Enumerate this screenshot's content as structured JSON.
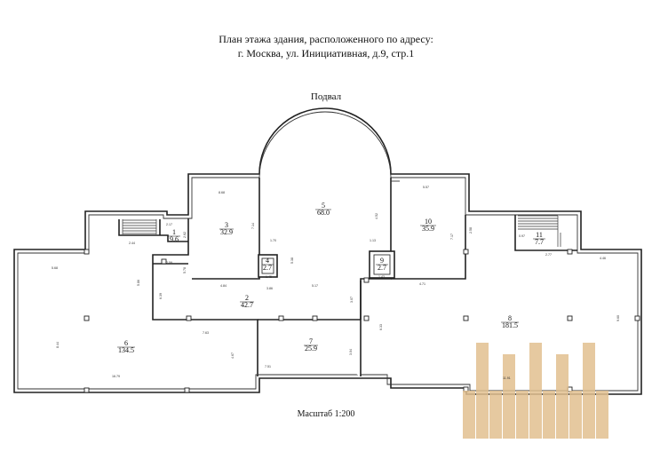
{
  "title_line1": "План этажа здания, расположенного по адресу:",
  "title_line2": "г. Москва, ул. Инициативная, д.9, стр.1",
  "floor_name": "Подвал",
  "scale": "Масштаб 1:200",
  "rooms": [
    {
      "num": "1",
      "area": "9.6"
    },
    {
      "num": "2",
      "area": "42.7"
    },
    {
      "num": "3",
      "area": "32.9"
    },
    {
      "num": "4",
      "area": "2.7"
    },
    {
      "num": "5",
      "area": "68.0"
    },
    {
      "num": "6",
      "area": "134.5"
    },
    {
      "num": "7",
      "area": "25.9"
    },
    {
      "num": "8",
      "area": "181.5"
    },
    {
      "num": "9",
      "area": "2.7"
    },
    {
      "num": "10",
      "area": "35.9"
    },
    {
      "num": "11",
      "area": "7.7"
    }
  ],
  "dimensions": [
    "2.17",
    "2.62",
    "2.44",
    "5.68",
    "5.86",
    "6.39",
    "2.59",
    "5.78",
    "8.44",
    "7.63",
    "4.67",
    "16.79",
    "8.68",
    "7.14",
    "4.84",
    "1.45",
    "3.86",
    "5.38",
    "5.17",
    "1.70",
    "4.52",
    "1.13",
    "3.07",
    "7.51",
    "3.04",
    "5.57",
    "7.17",
    "2.58",
    "4.71",
    "0.97",
    "2.77",
    "4.46",
    "9.60",
    "6.33",
    "11.91",
    "1.43"
  ],
  "icons": {
    "stamp": "watermark-logo"
  }
}
